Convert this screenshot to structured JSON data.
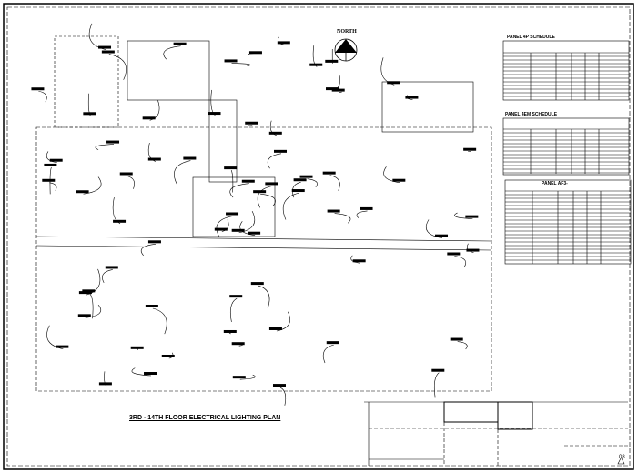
{
  "drawing": {
    "title": "3RD - 14TH FLOOR ELECTRICAL LIGHTING PLAN",
    "north_label": "NORTH",
    "sheet_number": "08"
  },
  "schedules": [
    {
      "title": "PANEL 4P SCHEDULE"
    },
    {
      "title": "PANEL 4EM SCHEDULE"
    },
    {
      "title": "PANEL AF3-"
    }
  ],
  "colors": {
    "ink": "#000000",
    "paper": "#ffffff",
    "fill_dark": "#1a1a1a"
  }
}
